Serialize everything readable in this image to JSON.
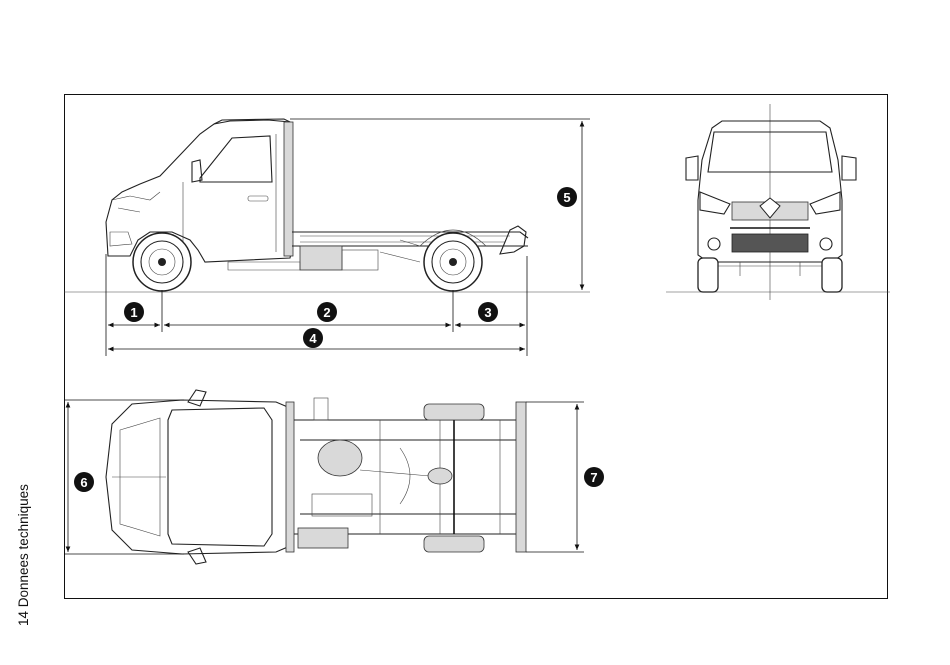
{
  "page_label": "14 Donnees techniques",
  "callouts": {
    "c1": "1",
    "c2": "2",
    "c3": "3",
    "c4": "4",
    "c5": "5",
    "c6": "6",
    "c7": "7"
  }
}
